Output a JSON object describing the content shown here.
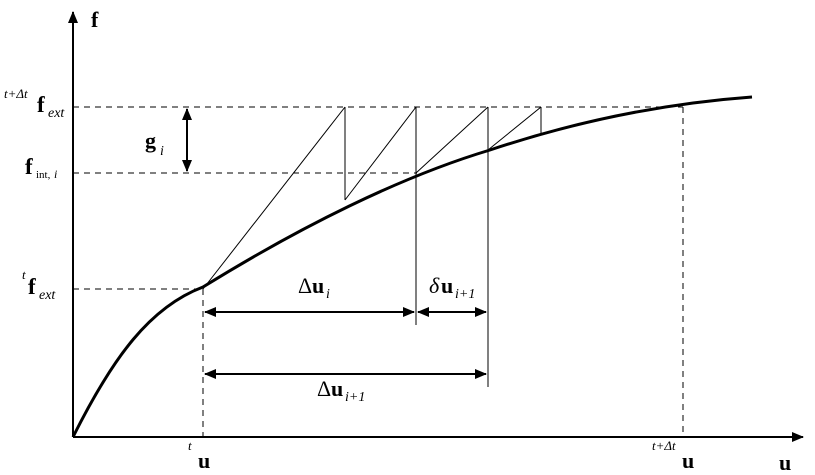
{
  "colors": {
    "stroke": "#000000",
    "background": "#ffffff"
  },
  "axes": {
    "y_label": "f",
    "x_label": "u"
  },
  "labels": {
    "fext_top": {
      "superscript": "t+Δt",
      "main": "f",
      "subscript": "ext"
    },
    "fint_i": {
      "main": "f",
      "subscript_upright": "int,",
      "subscript_italic": "i"
    },
    "fext_t": {
      "superscript": "t",
      "main": "f",
      "subscript": "ext"
    },
    "g_i": {
      "main": "g",
      "subscript": "i"
    },
    "delta_u_i": {
      "prefix": "Δ",
      "main": "u",
      "subscript": "i"
    },
    "delta_u_i1": {
      "prefix": "Δ",
      "main": "u",
      "subscript": "i+1"
    },
    "small_delta_u_i1": {
      "prefix": "δ",
      "main": "u",
      "subscript": "i+1"
    },
    "u_t": {
      "superscript": "t",
      "main": "u"
    },
    "u_tdt": {
      "superscript": "t+Δt",
      "main": "u"
    }
  }
}
